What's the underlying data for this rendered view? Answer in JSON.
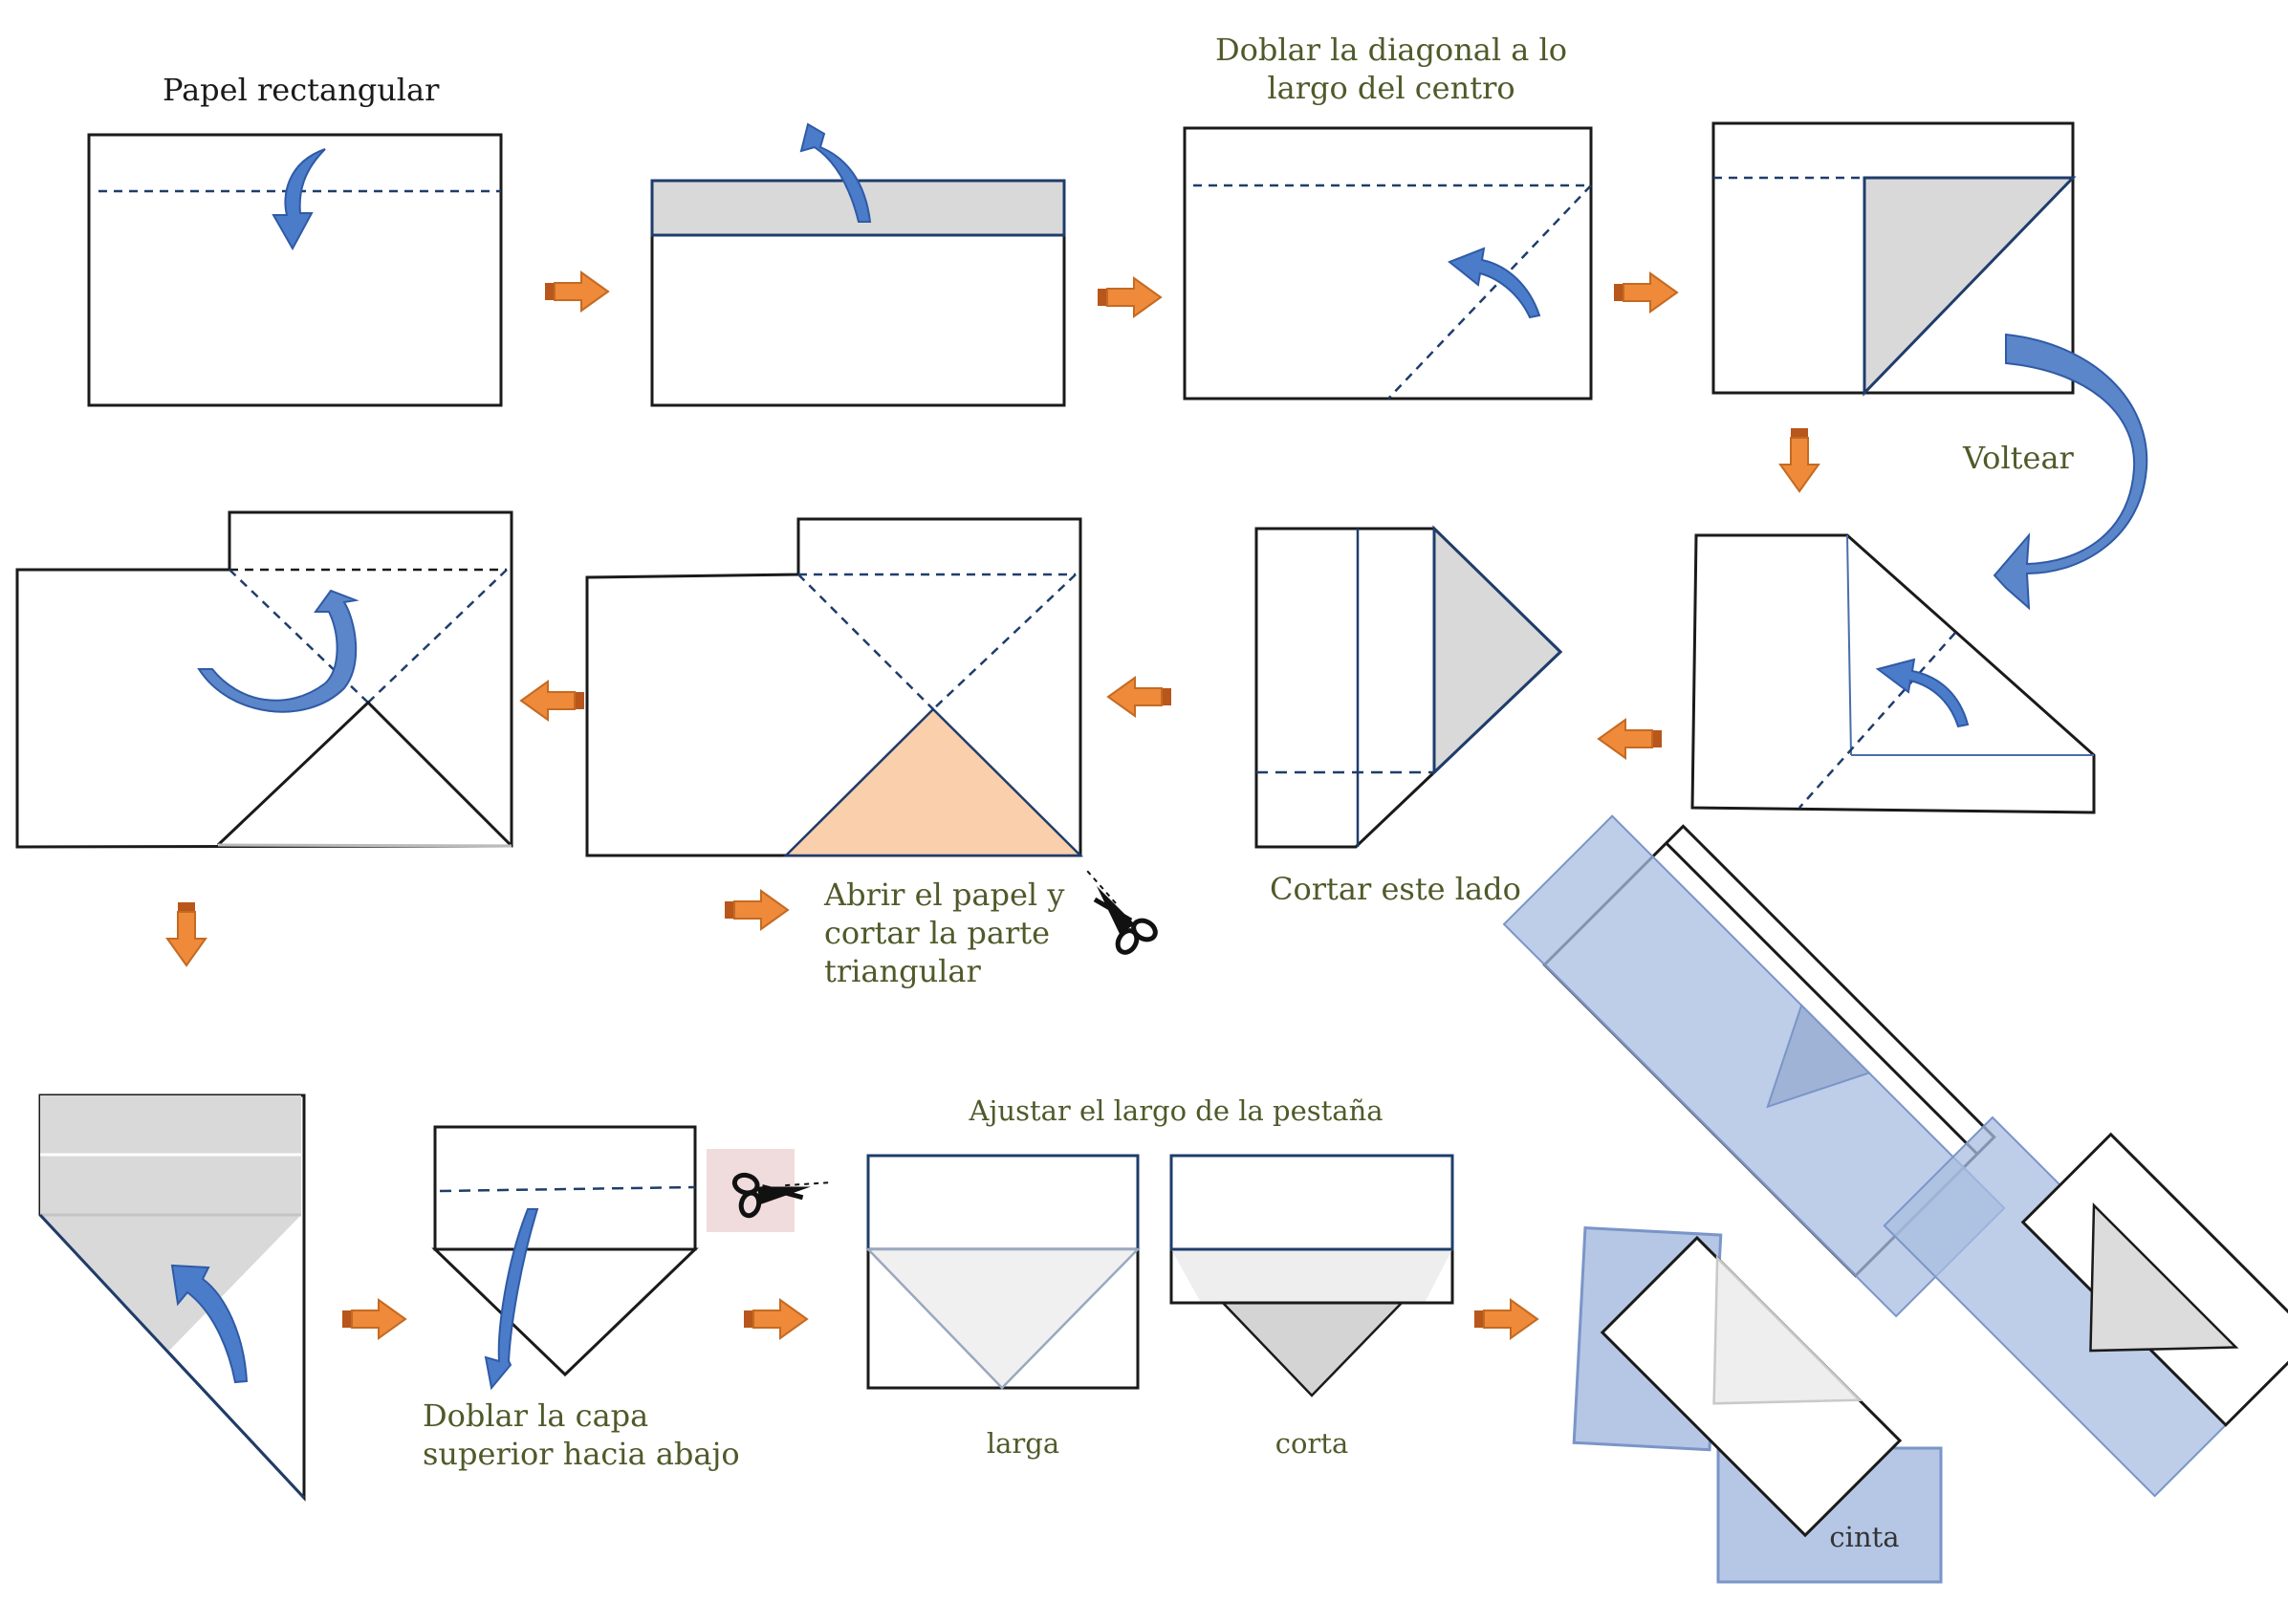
{
  "labels": {
    "rectangular_paper": "Papel rectangular",
    "fold_diagonal": "Doblar la diagonal a lo largo del centro",
    "flip": "Voltear",
    "cut_this_side": "Cortar este lado",
    "open_and_cut": "Abrir el papel y cortar la parte triangular",
    "adjust_flap_length": "Ajustar el largo de la pestaña",
    "fold_top_layer_down": "Doblar la capa superior hacia abajo",
    "long": "larga",
    "short": "corta",
    "tape": "cinta"
  },
  "colors": {
    "paper_stroke": "#1a1a1a",
    "fold_line": "#1f3d6b",
    "fold_arrow": "#4a7cc9",
    "step_arrow": "#ee8a3a",
    "gray_fill": "#d9d9d9",
    "cut_fill": "#f9cfac",
    "tape_fill": "#a8bde0",
    "label_text": "#4f5a2a"
  },
  "icons": [
    "fold-arrow-icon",
    "step-arrow-icon",
    "scissors-icon"
  ]
}
